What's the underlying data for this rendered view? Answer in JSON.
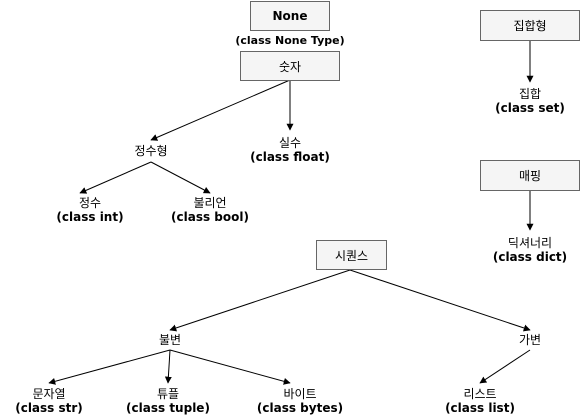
{
  "nodes": {
    "none_box": "None",
    "none_type": "(class None Type)",
    "number": "숫자",
    "set_type": "집합형",
    "set": {
      "ko": "집합",
      "en": "(class set)"
    },
    "integer": "정수형",
    "float": {
      "ko": "실수",
      "en": "(class float)"
    },
    "int": {
      "ko": "정수",
      "en": "(class int)"
    },
    "bool": {
      "ko": "불리언",
      "en": "(class bool)"
    },
    "mapping": "매핑",
    "dict": {
      "ko": "딕셔너리",
      "en": "(class dict)"
    },
    "sequence": "시퀀스",
    "immutable": "불변",
    "mutable": "가변",
    "str": {
      "ko": "문자열",
      "en": "(class str)"
    },
    "tuple": {
      "ko": "튜플",
      "en": "(class tuple)"
    },
    "bytes": {
      "ko": "바이트",
      "en": "(class bytes)"
    },
    "list": {
      "ko": "리스트",
      "en": "(class list)"
    }
  },
  "colors": {
    "box_fill": "#f5f5f5",
    "box_border": "#666666",
    "edge": "#000000"
  }
}
